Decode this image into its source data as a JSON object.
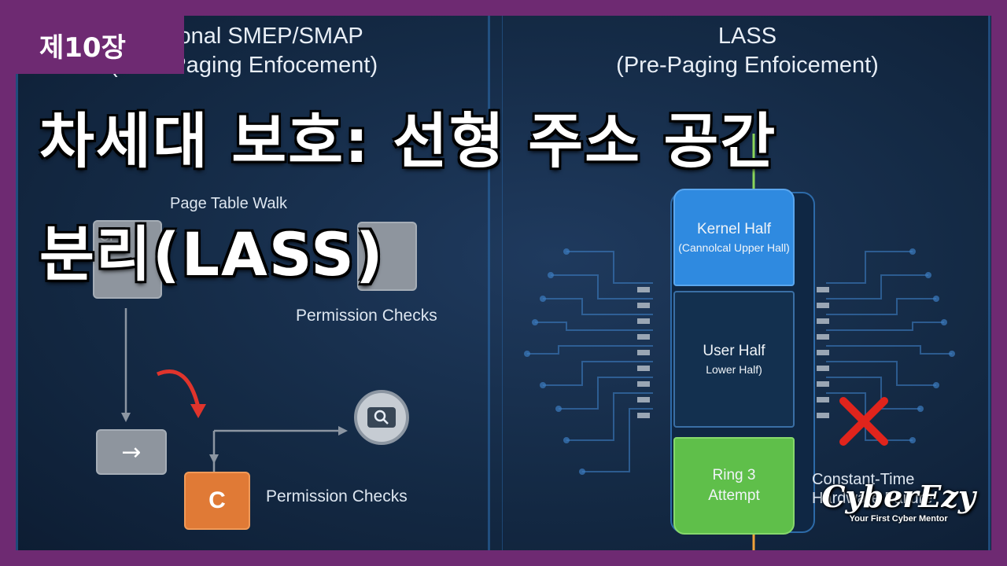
{
  "badge": {
    "chapter": "제10장"
  },
  "headline": {
    "line1": "차세대 보호: 선형 주소 공간",
    "line2": "분리(LASS)"
  },
  "left_panel": {
    "title_line1": "ional SMEP/SMAP",
    "title_line2": "(Post-Paging Enfocement)",
    "page_table_walk": "Page Table Walk",
    "cpu_label": "CPU",
    "permission_checks_top": "Permission Checks",
    "permission_checks_bottom": "Permission Checks",
    "arrow_glyph": "→",
    "c_box_label": "C",
    "search_icon": "search-icon"
  },
  "right_panel": {
    "title_line1": "LASS",
    "title_line2": "(Pre-Paging Enfoicement)",
    "kernel_half": "Kernel Half",
    "kernel_sub": "(Cannolcal Upper Hall)",
    "user_half": "User Half",
    "user_sub": "Lower Half)",
    "ring_line1": "Ring 3",
    "ring_line2": "Attempt",
    "failure_line1": "Constant-Time",
    "failure_line2": "Hardware Failure",
    "fail_icon": "red-x-icon"
  },
  "logo": {
    "name": "CyberEzy",
    "tagline": "Your First Cyber Mentor"
  },
  "colors": {
    "frame_bg": "#6e2a72",
    "kernel_blue": "#2f8ae0",
    "ring_green": "#5fbf4a",
    "c_orange": "#e07a36",
    "fail_red": "#e0241c"
  }
}
